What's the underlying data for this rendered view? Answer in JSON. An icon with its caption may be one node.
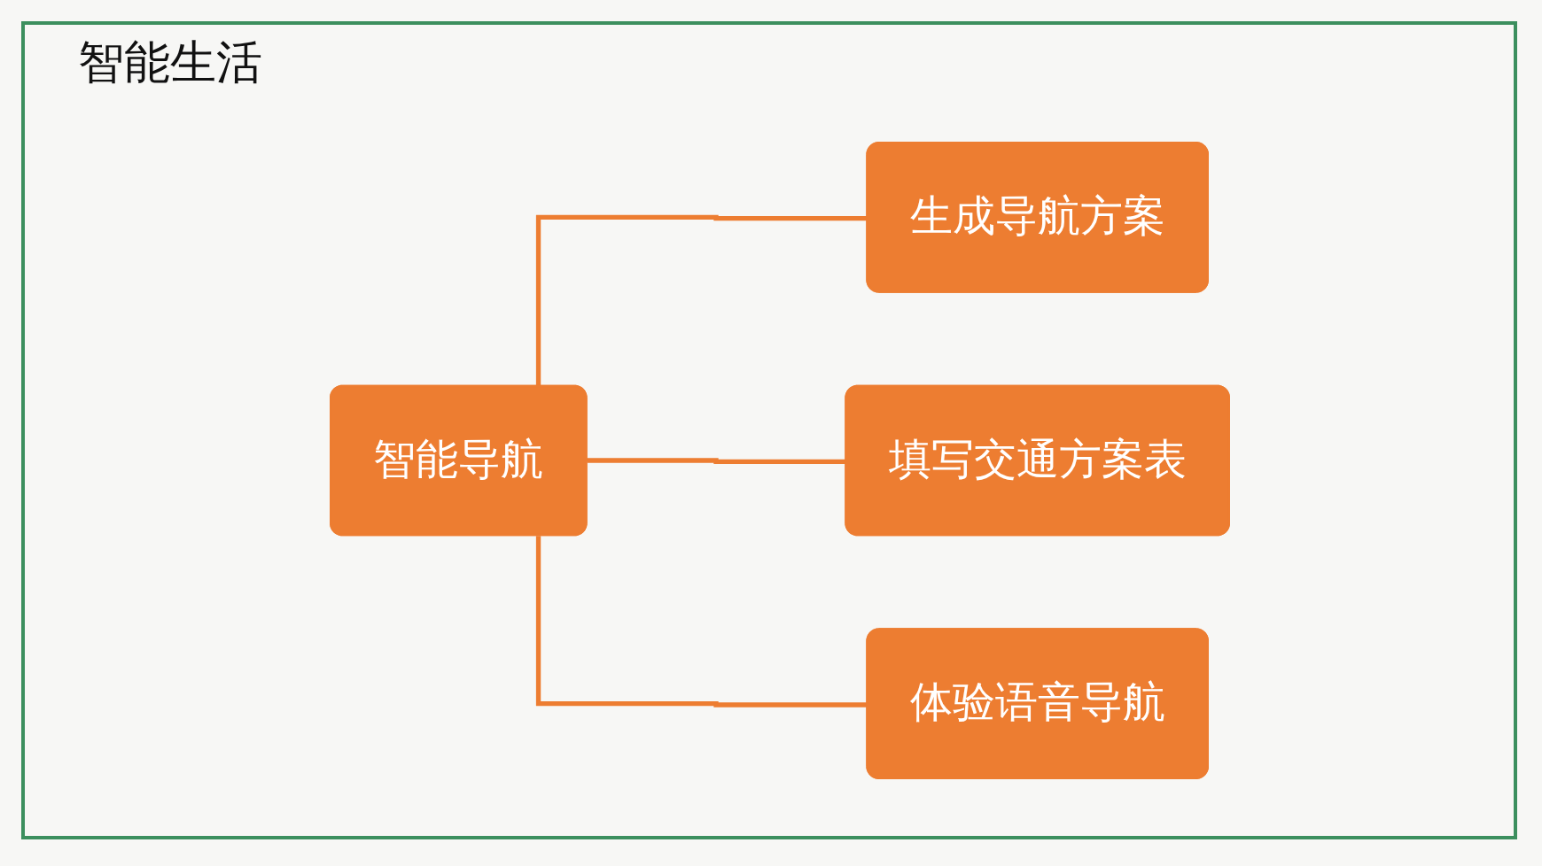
{
  "diagram": {
    "title": "智能生活",
    "nodes": [
      {
        "text": [
          "智能导航"
        ]
      },
      {
        "text": [
          "生成导航方案"
        ]
      },
      {
        "text": [
          "填写交通方案表"
        ]
      },
      {
        "text": [
          "体验语音导航"
        ]
      }
    ],
    "edges": [
      {
        "from": 0,
        "to": 1,
        "arrow": "none"
      },
      {
        "from": 0,
        "to": 2,
        "arrow": "none"
      },
      {
        "from": 0,
        "to": 3,
        "arrow": "none"
      }
    ]
  }
}
